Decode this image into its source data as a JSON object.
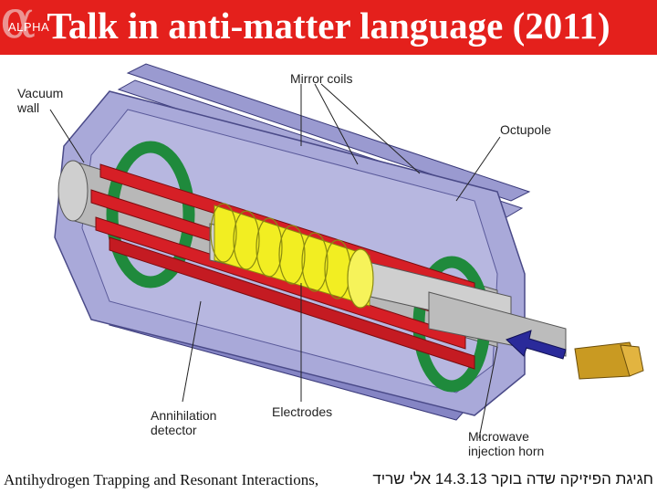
{
  "header": {
    "logo_text": "ALPHA",
    "title": "Talk in anti-matter language (2011)"
  },
  "diagram_labels": {
    "vacuum_wall": "Vacuum\nwall",
    "mirror_coils": "Mirror coils",
    "octupole": "Octupole",
    "annihilation_detector": "Annihilation\ndetector",
    "electrodes": "Electrodes",
    "microwave_horn": "Microwave\ninjection horn"
  },
  "footer": {
    "left": "Antihydrogen Trapping and Resonant Interactions,",
    "right": "חגיגת הפיזיקה שדה בוקר 14.3.13 אלי שריד"
  },
  "colors": {
    "title_bar": "#e4201c",
    "detector": "#9a9ad0",
    "coils": "#1f8a3c",
    "electrodes": "#d61f26",
    "mirror": "#f2ee22",
    "arrow": "#2a2a9a",
    "horn": "#c99a22"
  }
}
